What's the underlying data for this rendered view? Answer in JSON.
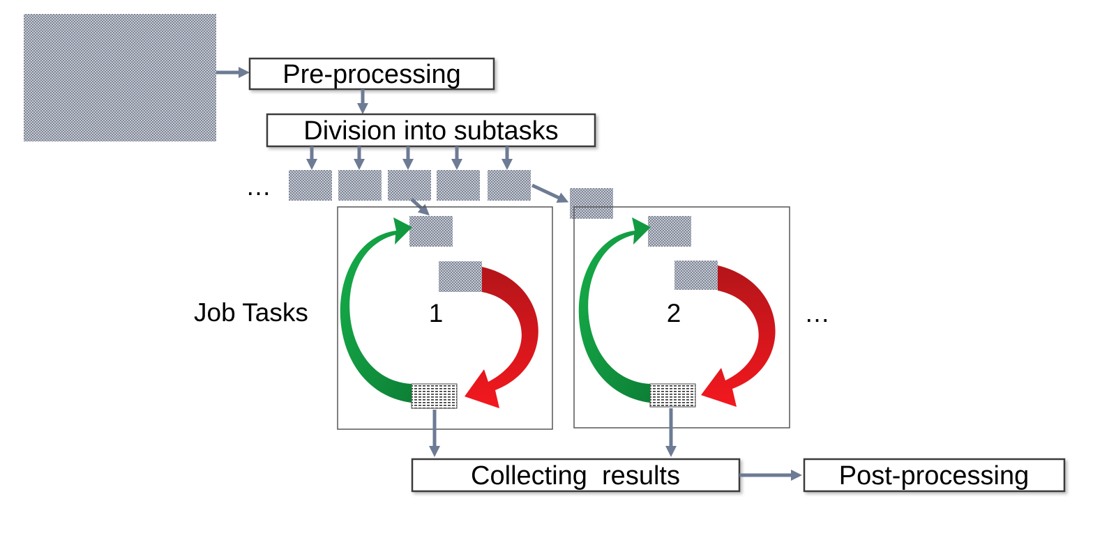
{
  "steps": {
    "pre_processing": "Pre-processing",
    "division": "Division into subtasks",
    "collecting": "Collecting  results",
    "post_processing": "Post-processing"
  },
  "queue_ellipsis": "…",
  "job_tasks_label": "Job Tasks",
  "jobs": [
    {
      "number": "1"
    },
    {
      "number": "2"
    }
  ],
  "jobs_ellipsis": "…",
  "colors": {
    "connector": "#6d7b94",
    "box_border": "#3a3a3a",
    "checker": "#8c93a3",
    "green_arrow": "#1b9e4b",
    "red_arrow": "#e0151b"
  }
}
